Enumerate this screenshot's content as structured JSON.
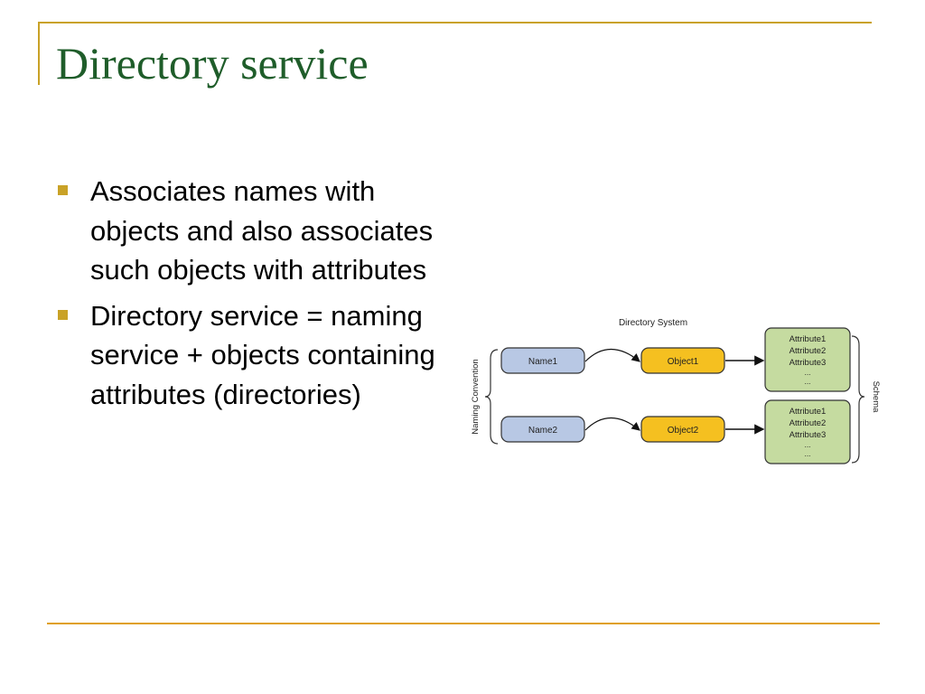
{
  "slide": {
    "title": "Directory service",
    "bullets": [
      "Associates names with objects and also associates such objects with attributes",
      "Directory service = naming service + objects containing attributes (directories)"
    ]
  },
  "diagram": {
    "title": "Directory System",
    "left_label": "Naming Convention",
    "right_label": "Schema",
    "rows": [
      {
        "name": "Name1",
        "object": "Object1",
        "attributes": [
          "Attribute1",
          "Attribute2",
          "Attribute3",
          "...",
          "..."
        ]
      },
      {
        "name": "Name2",
        "object": "Object2",
        "attributes": [
          "Attribute1",
          "Attribute2",
          "Attribute3",
          "...",
          "..."
        ]
      }
    ]
  },
  "colors": {
    "title": "#1f5d2a",
    "accent": "#c9a227",
    "name_box": "#b8c8e4",
    "object_box": "#f5c020",
    "attr_box": "#c5dba0"
  }
}
